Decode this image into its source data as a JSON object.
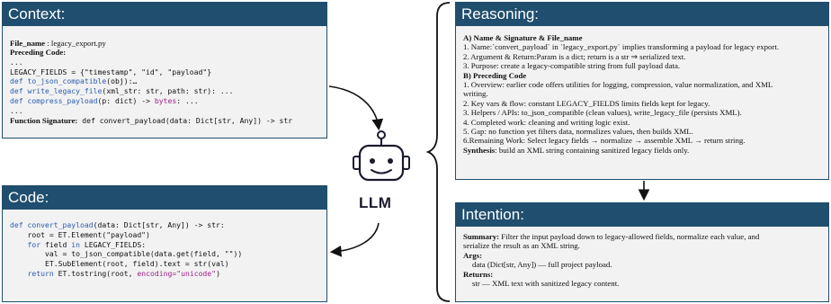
{
  "context": {
    "title": "Context:",
    "file_name_label": "File_name",
    "file_name_value": " : legacy_export.py",
    "preceding_label": "Preceding Code:",
    "ellipsis1": "...",
    "legacy_fields_line": "LEGACY_FIELDS = {\"timestamp\", \"id\", \"payload\"}",
    "def1_name": "to_json_compatible",
    "def1_rest": "(obj):…",
    "def2_name": "write_legacy_file",
    "def2_rest": "(xml_str: str, path: str): ...",
    "def3_name": "compress_payload",
    "def3_rest_a": "(p: dict) -> ",
    "def3_type": "bytes",
    "def3_rest_b": ": ...",
    "ellipsis2": "...",
    "signature_label": "Function Signature:",
    "signature_value": " def convert_payload(data: Dict[str, Any]) -> str"
  },
  "code": {
    "title": "Code:",
    "l1_name": "convert_payload",
    "l1_rest": "(data: Dict[str, Any]) -> str:",
    "l2": "    root = ET.Element(\"payload\")",
    "l3_in": "in",
    "l3_rest": " LEGACY_FIELDS:",
    "l4": "        val = to_json_compatible(data.get(field, \"\"))",
    "l5": "        ET.SubElement(root, field).text = str(val)",
    "l6_rest": " ET.tostring(root, ",
    "l6_enc": "encoding=\"unicode\"",
    "l6_end": ")"
  },
  "keywords": {
    "def": "def",
    "for": "for",
    "return": "return",
    "field": "field"
  },
  "llm": {
    "label": "LLM"
  },
  "reasoning": {
    "title": "Reasoning:",
    "section_a": "A) Name & Signature & File_name",
    "a1": "1. Name:`convert_payload` in `legacy_export.py` implies transforming a payload for legacy export.",
    "a2": "2. Argument & Return:Param is a dict; return is a str ⇒ serialized text.",
    "a3": "3. Purpose: create a legacy-compatible string from full payload data.",
    "section_b": "B) Preceding Code",
    "b1a": "1. Overview: earlier code offers utilities for logging, compression, value normalization, and XML",
    "b1b": "writing.",
    "b2": "2. Key vars & flow: constant LEGACY_FIELDS limits fields kept for legacy.",
    "b3": "3. Helpers / APIs: to_json_compatible (clean values), write_legacy_file (persists XML).",
    "b4": "4. Completed work: cleaning and writing logic exist.",
    "b5": "5. Gap: no function yet filters data, normalizes values, then builds XML.",
    "b6": "6.Remaining Work: Select legacy fields → normalize → assemble XML → return string.",
    "synthesis_label": "Synthesis",
    "synthesis_value": ": build an XML string containing sanitized legacy fields only."
  },
  "intention": {
    "title": "Intention:",
    "summary_label": "Summary:",
    "summary_a": " Filter the input payload down to legacy-allowed fields, normalize each value, and",
    "summary_b": "serialize the result as an XML string.",
    "args_label": "Args:",
    "args_value": "data (Dict[str, Any]) — full project payload.",
    "returns_label": "Returns:",
    "returns_value": "str — XML text with sanitized legacy content."
  }
}
